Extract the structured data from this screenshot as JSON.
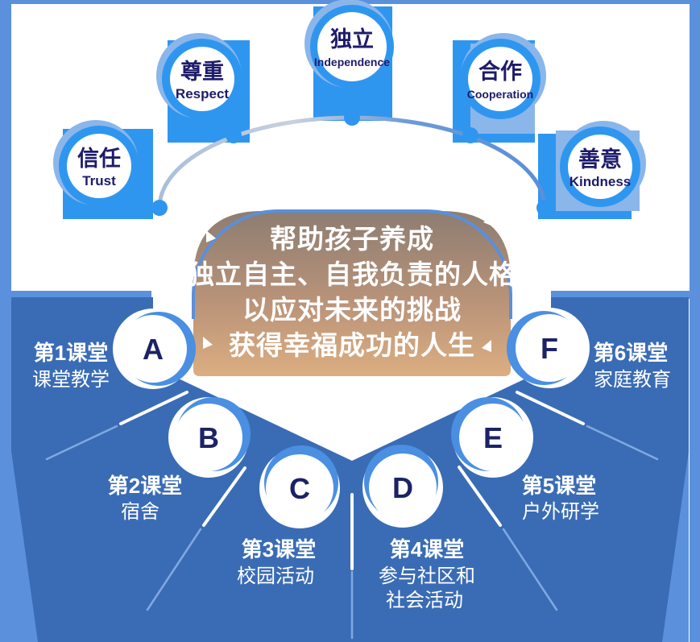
{
  "colors": {
    "accent_bright_blue": "#2f96f0",
    "fan_blue": "#3a6cb5",
    "frame_light_blue": "#5b90dd",
    "halo_blue": "#8ab6ea",
    "crescent_blue": "#4a8fe2",
    "navy_text": "#1e1b6b",
    "tan_top": "#8d7d71",
    "tan_bottom": "#dcae81"
  },
  "values_ring": [
    {
      "zh": "信任",
      "en": "Trust"
    },
    {
      "zh": "尊重",
      "en": "Respect"
    },
    {
      "zh": "独立",
      "en": "Independence"
    },
    {
      "zh": "合作",
      "en": "Cooperation"
    },
    {
      "zh": "善意",
      "en": "Kindness"
    }
  ],
  "center_message": {
    "lines": [
      "帮助孩子养成",
      "独立自主、自我负责的人格",
      "以应对未来的挑战",
      "获得幸福成功的人生"
    ]
  },
  "classrooms": [
    {
      "letter": "A",
      "title": "第1课堂",
      "desc": "课堂教学"
    },
    {
      "letter": "B",
      "title": "第2课堂",
      "desc": "宿舍"
    },
    {
      "letter": "C",
      "title": "第3课堂",
      "desc": "校园活动"
    },
    {
      "letter": "D",
      "title": "第4课堂",
      "desc": "参与社区和",
      "desc2": "社会活动"
    },
    {
      "letter": "E",
      "title": "第5课堂",
      "desc": "户外研学"
    },
    {
      "letter": "F",
      "title": "第6课堂",
      "desc": "家庭教育"
    }
  ]
}
